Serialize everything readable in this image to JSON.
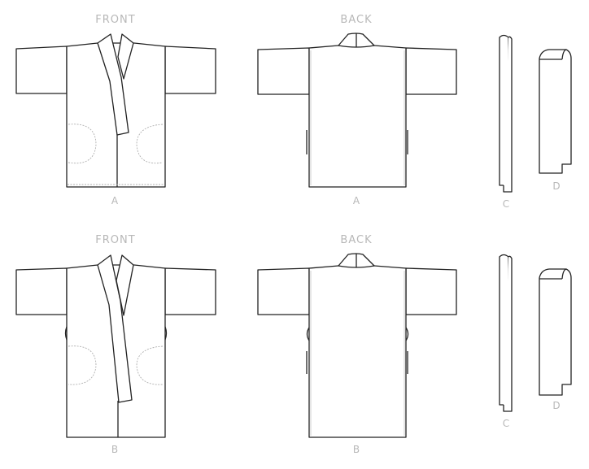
{
  "diagram": {
    "type": "sewing-pattern-technical-drawing",
    "rows": [
      {
        "views": [
          {
            "title": "FRONT",
            "label": "A"
          },
          {
            "title": "BACK",
            "label": "A"
          },
          {
            "title": "",
            "label": "C"
          },
          {
            "title": "",
            "label": "D"
          }
        ]
      },
      {
        "views": [
          {
            "title": "FRONT",
            "label": "B"
          },
          {
            "title": "BACK",
            "label": "B"
          },
          {
            "title": "",
            "label": "C"
          },
          {
            "title": "",
            "label": "D"
          }
        ]
      }
    ],
    "colors": {
      "line": "#222222",
      "topstitch": "#b0b0b0",
      "label": "#b8b8b8",
      "background": "#ffffff"
    }
  }
}
